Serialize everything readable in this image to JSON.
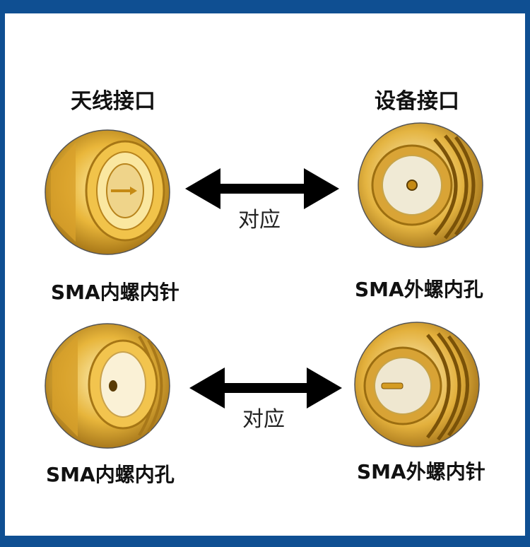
{
  "headings": {
    "antenna": "天线接口",
    "device": "设备接口"
  },
  "rows": [
    {
      "left": "SMA内螺内针",
      "right": "SMA外螺内孔",
      "relation": "对应"
    },
    {
      "left": "SMA内螺内孔",
      "right": "SMA外螺内针",
      "relation": "对应"
    }
  ],
  "colors": {
    "frame": "#0f4f92",
    "gold": "#e0a820",
    "arrow": "#000000"
  }
}
